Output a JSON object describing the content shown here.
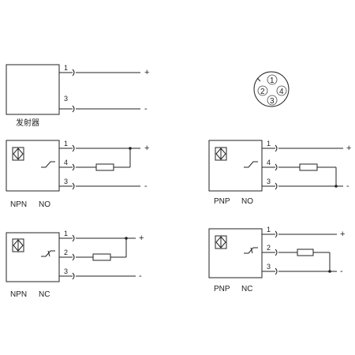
{
  "emitter": {
    "caption": "发射器",
    "pins": [
      "1",
      "3"
    ],
    "signs": [
      "+",
      "-"
    ]
  },
  "connector": {
    "pins": [
      "1",
      "2",
      "3",
      "4"
    ]
  },
  "npn_no": {
    "caption_type": "NPN",
    "caption_mode": "NO",
    "pins": [
      "1",
      "4",
      "3"
    ],
    "signs": [
      "+",
      "-"
    ]
  },
  "pnp_no": {
    "caption_type": "PNP",
    "caption_mode": "NO",
    "pins": [
      "1",
      "4",
      "3"
    ],
    "signs": [
      "+",
      "-"
    ]
  },
  "npn_nc": {
    "caption_type": "NPN",
    "caption_mode": "NC",
    "pins": [
      "1",
      "2",
      "3"
    ],
    "signs": [
      "+",
      "-"
    ]
  },
  "pnp_nc": {
    "caption_type": "PNP",
    "caption_mode": "NC",
    "pins": [
      "1",
      "2",
      "3"
    ],
    "signs": [
      "+",
      "-"
    ]
  }
}
